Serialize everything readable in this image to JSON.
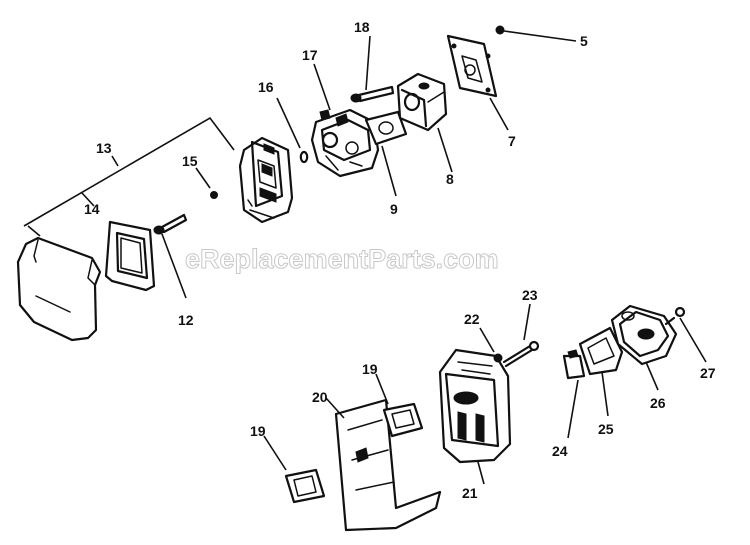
{
  "watermark": "eReplacementParts.com",
  "callouts": {
    "c5": "5",
    "c7": "7",
    "c8": "8",
    "c9": "9",
    "c12": "12",
    "c13": "13",
    "c14": "14",
    "c15": "15",
    "c16": "16",
    "c17": "17",
    "c18": "18",
    "c19a": "19",
    "c19b": "19",
    "c20": "20",
    "c21": "21",
    "c22": "22",
    "c23": "23",
    "c24": "24",
    "c25": "25",
    "c26": "26",
    "c27": "27"
  }
}
